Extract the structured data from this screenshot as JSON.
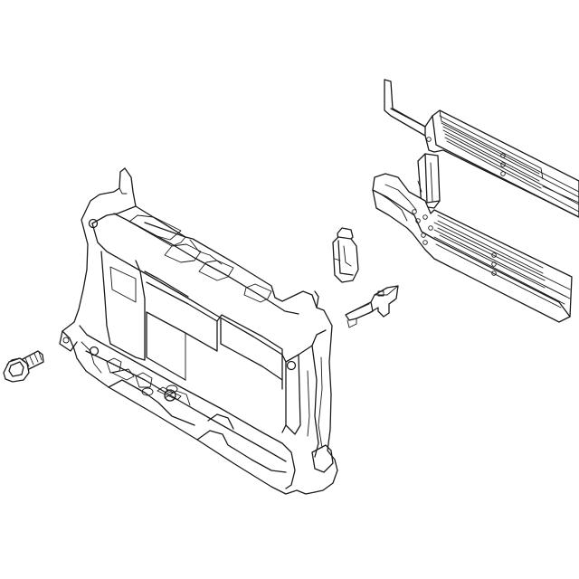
{
  "diagram": {
    "parts": [
      {
        "id": "radiator-support-frame",
        "icon": "radiator-support-icon"
      },
      {
        "id": "flange-bolt",
        "icon": "bolt-icon"
      },
      {
        "id": "retaining-clip",
        "icon": "clip-icon"
      },
      {
        "id": "mounting-bracket",
        "icon": "bracket-icon"
      },
      {
        "id": "air-deflector-shutter-assembly",
        "icon": "shutter-icon"
      }
    ],
    "colors": {
      "line": "#1a1a1a",
      "background": "#ffffff"
    }
  }
}
